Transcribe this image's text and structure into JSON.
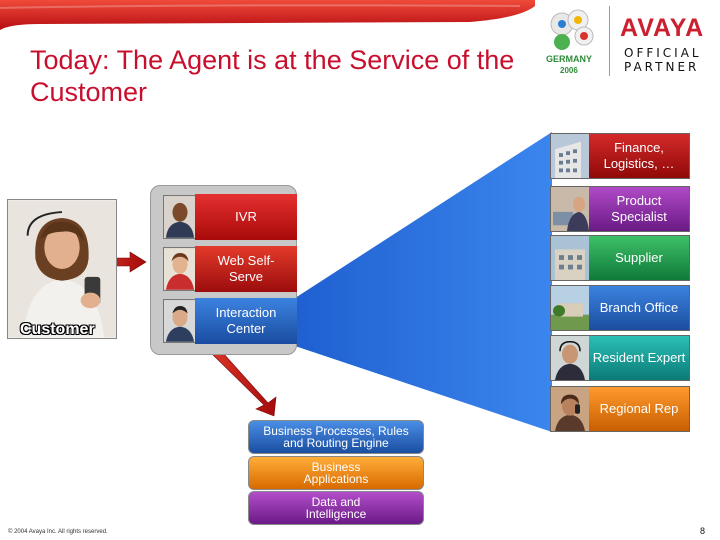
{
  "title": "Today: The Agent is at the Service of the Customer",
  "logos": {
    "worldcup_text": "GERMANY",
    "worldcup_year": "2006",
    "avaya": "AVAYA",
    "official_line1": "OFFICIAL",
    "official_line2": "PARTNER"
  },
  "customer": {
    "label": "Customer"
  },
  "channels": [
    {
      "label": "IVR"
    },
    {
      "label": "Web Self-Serve"
    },
    {
      "label": "Interaction Center"
    }
  ],
  "resources": [
    {
      "label": "Finance, Logistics, …",
      "color": "#c81e1e"
    },
    {
      "label": "Product Specialist",
      "color": "#8e2fa8"
    },
    {
      "label": "Supplier",
      "color": "#1f9a4d"
    },
    {
      "label": "Branch Office",
      "color": "#2b69c4"
    },
    {
      "label": "Resident Expert",
      "color": "#1a9c97"
    },
    {
      "label": "Regional Rep",
      "color": "#e37a10"
    }
  ],
  "stack": [
    {
      "label": "Business Processes, Rules and Routing Engine",
      "color": "#2b69c4"
    },
    {
      "label": "Business Applications",
      "color": "#f08a1a"
    },
    {
      "label": "Data and Intelligence",
      "color": "#8e2fa8"
    }
  ],
  "footer": {
    "copyright": "© 2004 Avaya Inc. All rights reserved.",
    "page": "8"
  },
  "colors": {
    "title": "#c8102e",
    "accent_red": "#c8102e"
  }
}
